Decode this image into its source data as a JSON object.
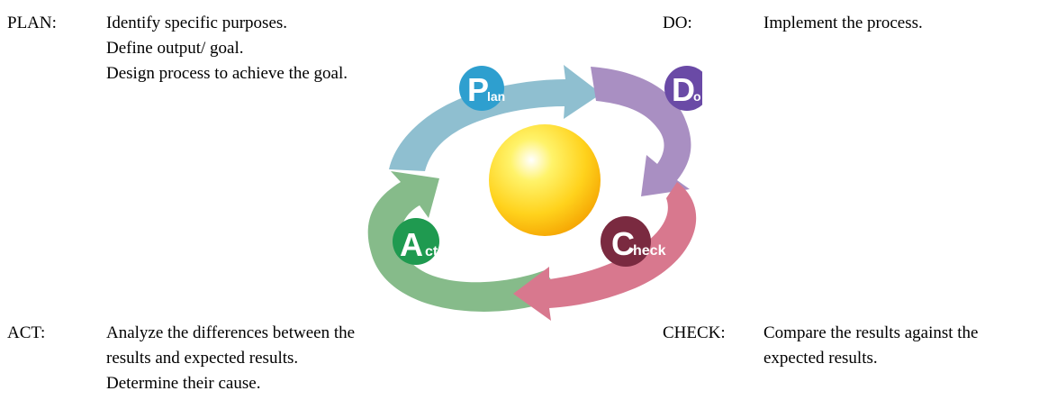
{
  "plan": {
    "label": "PLAN:",
    "lines": [
      "Identify specific purposes.",
      "Define output/ goal.",
      "Design process to achieve the goal."
    ]
  },
  "do": {
    "label": "DO:",
    "lines": [
      "Implement the process."
    ]
  },
  "act": {
    "label": "ACT:",
    "lines": [
      "Analyze the differences between the",
      "results and expected results.",
      "Determine their cause."
    ]
  },
  "check": {
    "label": "CHECK:",
    "lines": [
      "Compare the results against the",
      "expected results."
    ]
  },
  "cycle": {
    "plan": {
      "initial": "P",
      "rest": "lan",
      "color": "#2e9fcf",
      "arrow_color": "#8fbfd0"
    },
    "do": {
      "initial": "D",
      "rest": "o",
      "color": "#6a4aa6",
      "arrow_color": "#a98fc2"
    },
    "check": {
      "initial": "C",
      "rest": "heck",
      "color": "#7a2a40",
      "arrow_color": "#d8788e"
    },
    "act": {
      "initial": "A",
      "rest": "ct",
      "color": "#1f9a50",
      "arrow_color": "#86bb8a"
    },
    "center_color": "#ffd21c"
  }
}
